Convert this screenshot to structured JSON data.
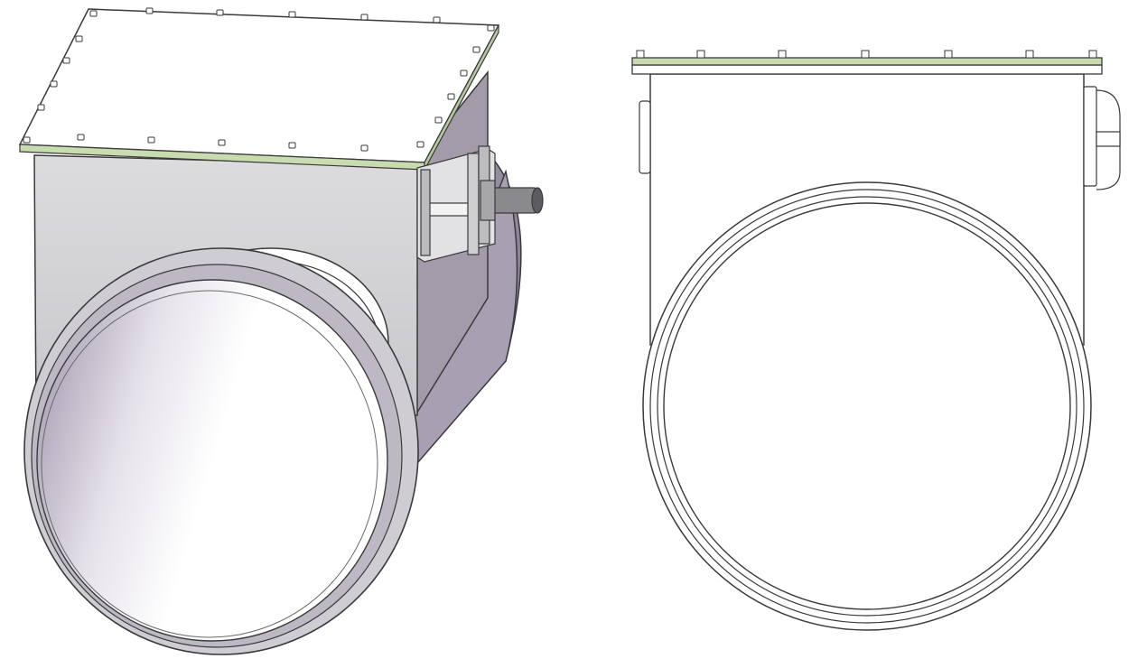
{
  "figure": {
    "views": [
      {
        "id": "isometric",
        "parts": [
          "bolted-cover-plate",
          "rectangular-housing",
          "round-duct-collar",
          "actuator-bracket",
          "damper-shaft"
        ]
      },
      {
        "id": "side-elevation",
        "parts": [
          "bolted-cover-plate",
          "rectangular-housing",
          "round-duct-collar",
          "actuator-bracket",
          "damper-shaft"
        ]
      }
    ],
    "colors": {
      "cover_green": "#c8dcb0",
      "housing_gray": "#d4d4d8",
      "housing_shadow": "#9d93a5",
      "pipe_gray": "#c9c6cf",
      "outline": "#3a3a3a",
      "shaft_dark": "#6b6b6b"
    }
  }
}
